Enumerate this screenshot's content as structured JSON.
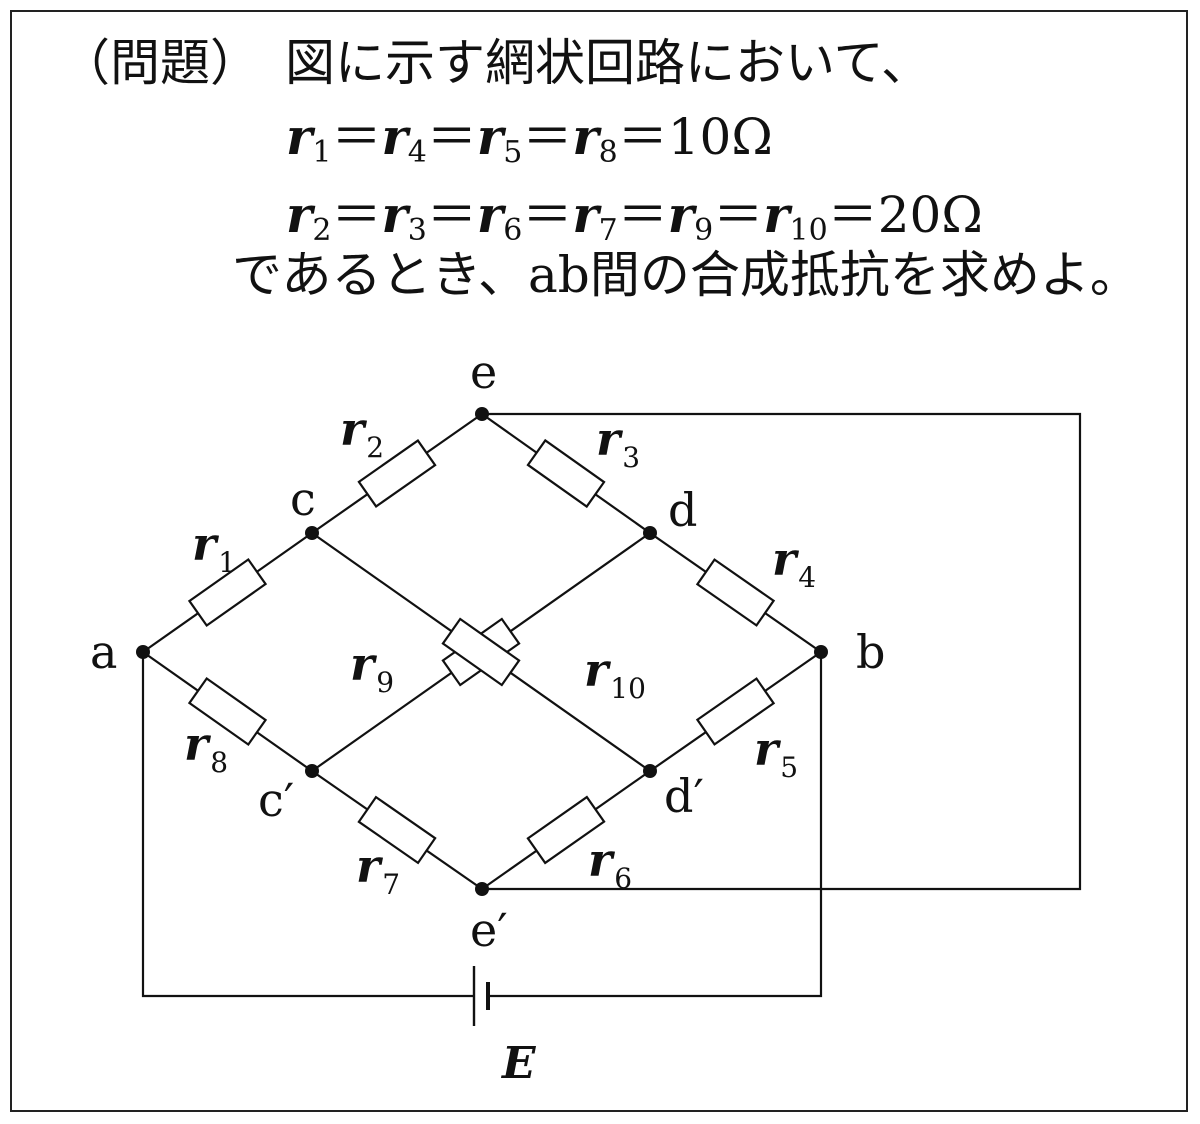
{
  "problem": {
    "title": "（問題）　図に示す網状回路において、",
    "values_1": {
      "vars": [
        "r",
        "r",
        "r",
        "r"
      ],
      "subs": [
        "1",
        "4",
        "5",
        "8"
      ],
      "eq": "＝",
      "value": "10Ω"
    },
    "values_2": {
      "vars": [
        "r",
        "r",
        "r",
        "r",
        "r",
        "r"
      ],
      "subs": [
        "2",
        "3",
        "6",
        "7",
        "9",
        "10"
      ],
      "eq": "＝",
      "value": "20Ω"
    },
    "question": "であるとき、ab間の合成抵抗を求めよ。"
  },
  "circuit": {
    "nodes": [
      {
        "id": "a",
        "label": "a"
      },
      {
        "id": "b",
        "label": "b"
      },
      {
        "id": "c",
        "label": "c"
      },
      {
        "id": "d",
        "label": "d"
      },
      {
        "id": "e",
        "label": "e"
      },
      {
        "id": "c2",
        "label": "c′"
      },
      {
        "id": "d2",
        "label": "d′"
      },
      {
        "id": "e2",
        "label": "e′"
      }
    ],
    "resistors": [
      {
        "id": "r1",
        "label": "r",
        "sub": "1"
      },
      {
        "id": "r2",
        "label": "r",
        "sub": "2"
      },
      {
        "id": "r3",
        "label": "r",
        "sub": "3"
      },
      {
        "id": "r4",
        "label": "r",
        "sub": "4"
      },
      {
        "id": "r5",
        "label": "r",
        "sub": "5"
      },
      {
        "id": "r6",
        "label": "r",
        "sub": "6"
      },
      {
        "id": "r7",
        "label": "r",
        "sub": "7"
      },
      {
        "id": "r8",
        "label": "r",
        "sub": "8"
      },
      {
        "id": "r9",
        "label": "r",
        "sub": "9"
      },
      {
        "id": "r10",
        "label": "r",
        "sub": "10"
      }
    ],
    "source_label": "E",
    "line_color": "#111111"
  }
}
